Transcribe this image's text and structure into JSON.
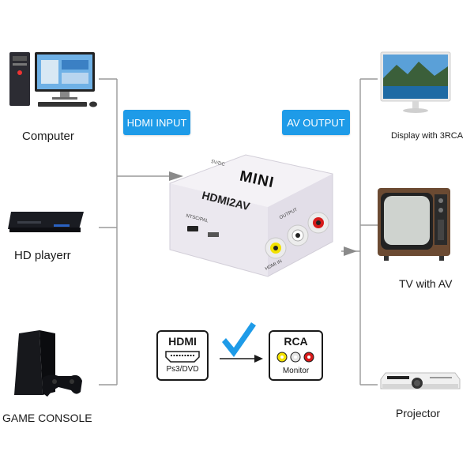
{
  "sources": [
    {
      "label": "Computer"
    },
    {
      "label": "HD playerr"
    },
    {
      "label": "GAME CONSOLE"
    }
  ],
  "outputs": [
    {
      "label": "Display with 3RCA"
    },
    {
      "label": "TV with AV"
    },
    {
      "label": "Projector"
    }
  ],
  "badges": {
    "input": "HDMI INPUT",
    "output": "AV OUTPUT"
  },
  "device": {
    "brand": "MINI",
    "model": "HDMI2AV",
    "output_text": "OUTPUT",
    "switch_text": "NTSC/PAL",
    "port_text": "5V/DC",
    "input_text": "HDMI IN"
  },
  "legend": {
    "hdmi_title": "HDMI",
    "hdmi_sub": "Ps3/DVD",
    "rca_title": "RCA",
    "rca_sub": "Monitor"
  },
  "colors": {
    "accent": "#1e9be8",
    "line": "#9a9a9a",
    "rca_yellow": "#f2e100",
    "rca_white": "#e6e6e6",
    "rca_red": "#d71a1a"
  }
}
